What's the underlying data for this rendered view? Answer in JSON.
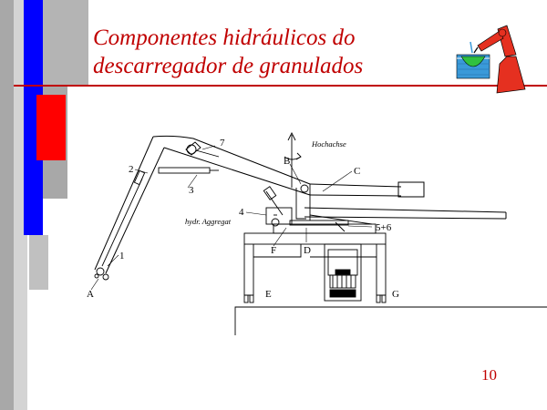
{
  "slide": {
    "title_line1": "Componentes hidráulicos do",
    "title_line2": "descarregador de granulados",
    "page_number": "10"
  },
  "colors": {
    "title": "#c00000",
    "bar_blue": "#0000ff",
    "bar_red": "#ff0000",
    "bar_gray": "#a8a8a8",
    "bar_light_gray": "#d4d4d4"
  },
  "logo": {
    "icon": "industrial-robot-arm-icon"
  },
  "diagram": {
    "labels": {
      "n1": "1",
      "n2": "2",
      "n3": "3",
      "n4": "4",
      "n7": "7",
      "n56": "5+6",
      "A": "A",
      "B": "B",
      "C": "C",
      "D": "D",
      "E": "E",
      "F": "F",
      "G": "G",
      "hochachse": "Hochachse",
      "aggregat": "hydr. Aggregat"
    }
  }
}
